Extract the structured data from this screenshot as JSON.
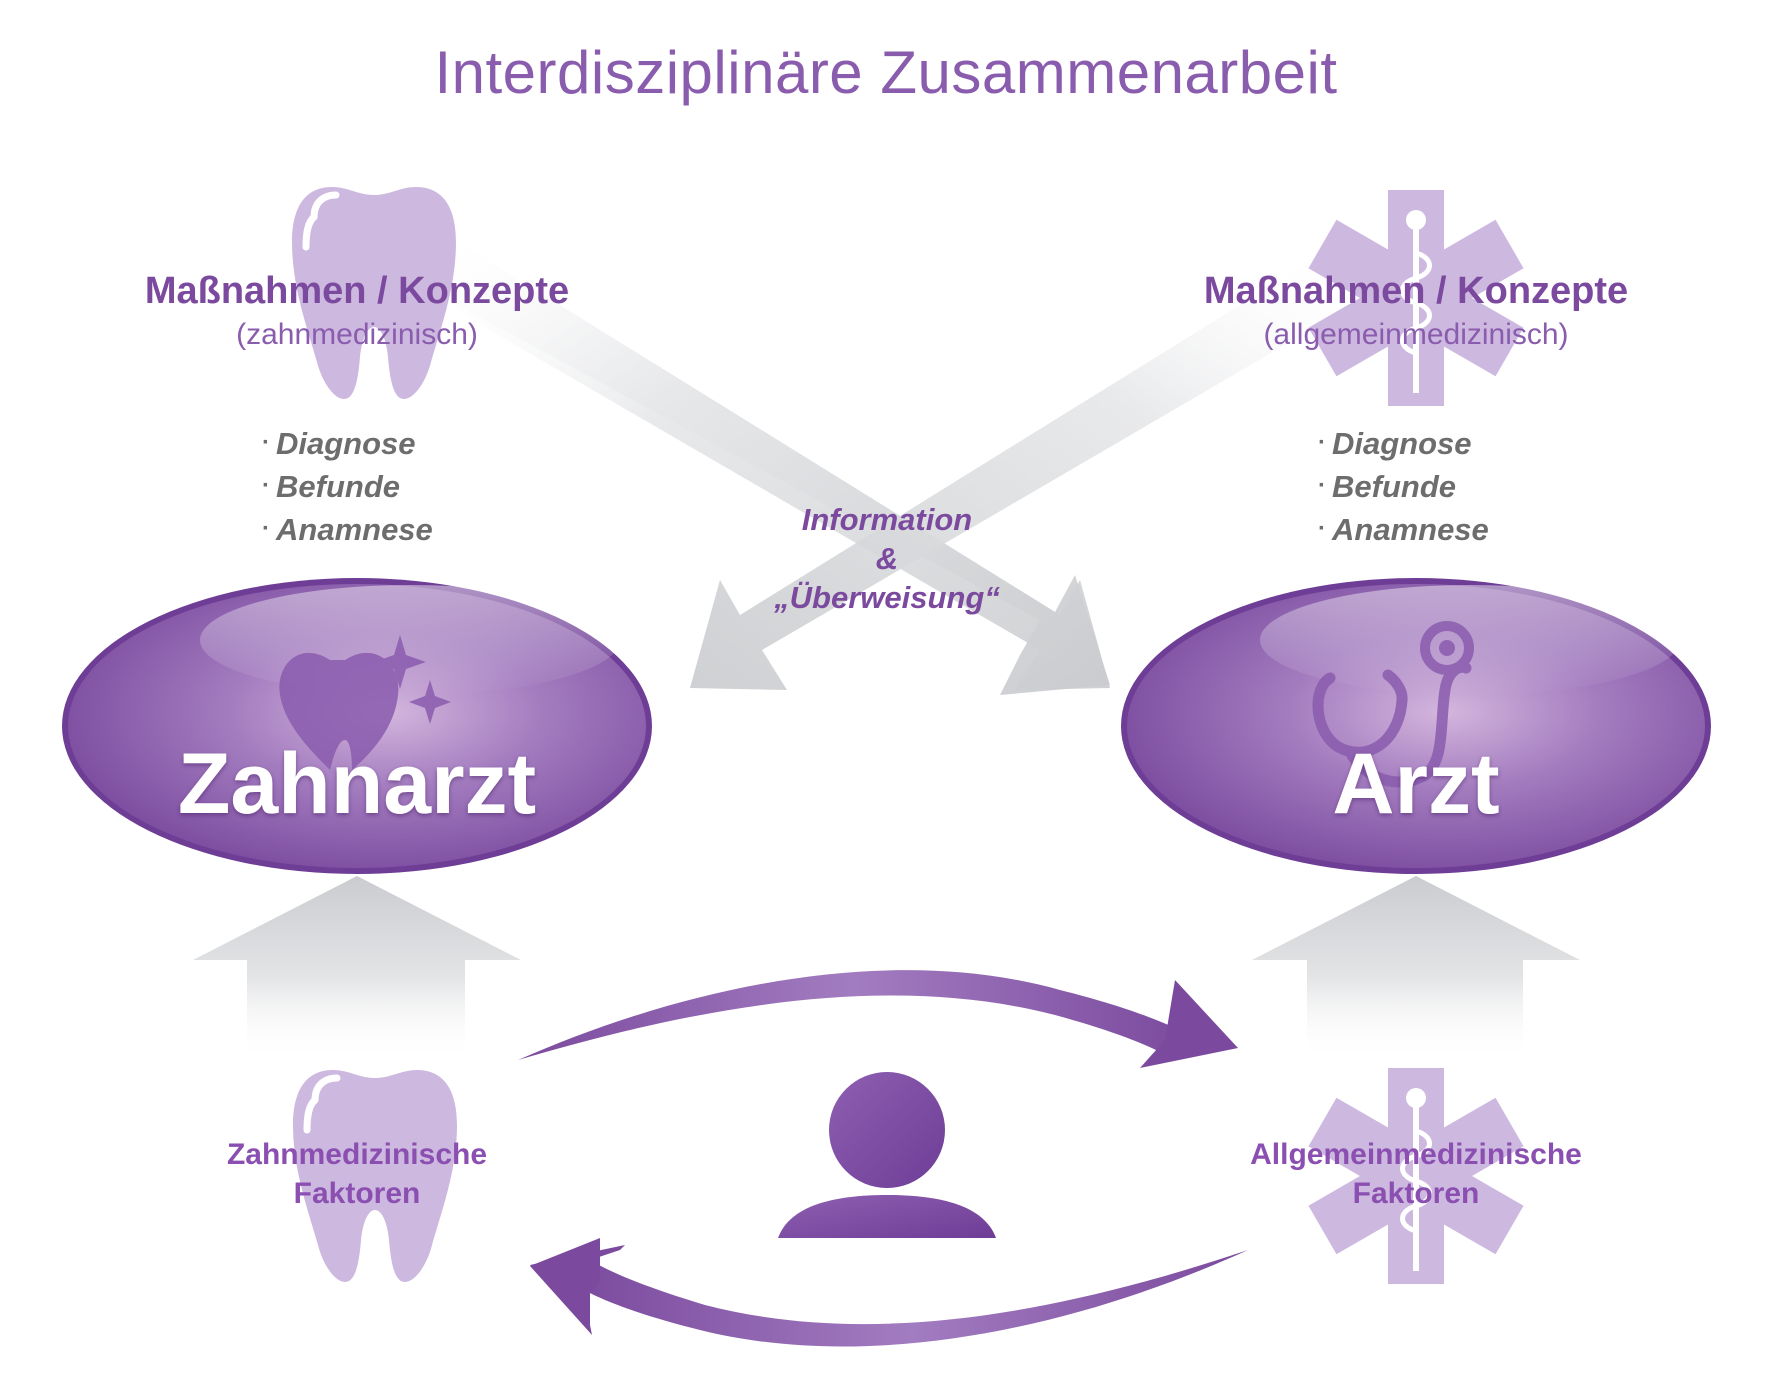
{
  "title": "Interdisziplinäre Zusammenarbeit",
  "left": {
    "heading": "Maßnahmen / Konzepte",
    "subheading": "(zahnmedizinisch)",
    "bullets": [
      "Diagnose",
      "Befunde",
      "Anamnese"
    ],
    "ellipse_label": "Zahnarzt",
    "factors": [
      "Zahnmedizinische",
      "Faktoren"
    ]
  },
  "right": {
    "heading": "Maßnahmen / Konzepte",
    "subheading": "(allgemeinmedizinisch)",
    "bullets": [
      "Diagnose",
      "Befunde",
      "Anamnese"
    ],
    "ellipse_label": "Arzt",
    "factors": [
      "Allgemeinmedizinische",
      "Faktoren"
    ]
  },
  "center": {
    "lines": [
      "Information",
      "&",
      "„Überweisung“"
    ]
  },
  "icons": {
    "tooth": "tooth-icon",
    "star_of_life": "star-of-life-icon",
    "tooth_heart": "tooth-heart-sparkle-icon",
    "stethoscope": "stethoscope-icon",
    "person": "person-icon"
  },
  "colors": {
    "purple_dark": "#6b3a93",
    "purple_mid": "#8a5cae",
    "purple_light": "#cdb8df",
    "gray_arrow": "#cdcfd2",
    "bullet_gray": "#6d6d6d"
  }
}
